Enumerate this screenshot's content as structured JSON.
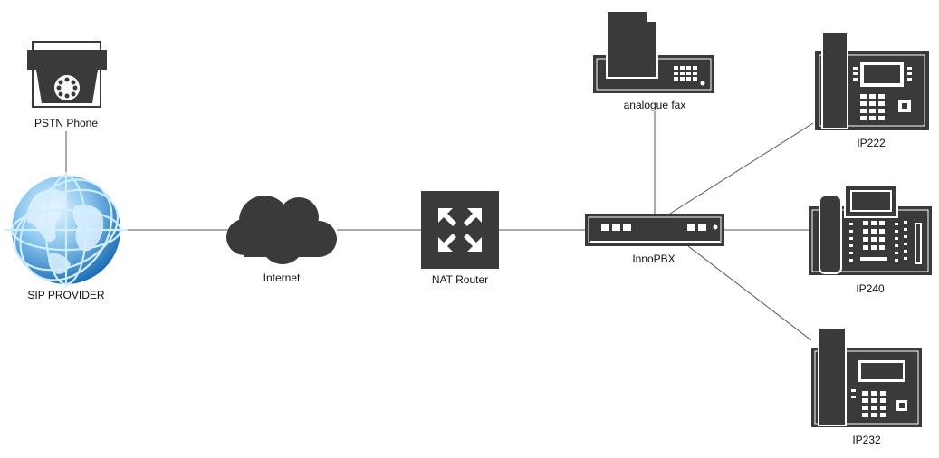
{
  "nodes": {
    "pstn_phone": {
      "label": "PSTN Phone",
      "icon": "rotary-phone-icon"
    },
    "sip_provider": {
      "label": "SIP PROVIDER",
      "icon": "globe-icon"
    },
    "internet": {
      "label": "Internet",
      "icon": "cloud-icon"
    },
    "nat_router": {
      "label": "NAT Router",
      "icon": "router-icon"
    },
    "innopbx": {
      "label": "InnoPBX",
      "icon": "pbx-box-icon"
    },
    "fax": {
      "label": "analogue fax",
      "icon": "fax-machine-icon"
    },
    "ip222": {
      "label": "IP222",
      "icon": "desk-phone-icon"
    },
    "ip240": {
      "label": "IP240",
      "icon": "desk-phone-icon"
    },
    "ip232": {
      "label": "IP232",
      "icon": "desk-phone-icon"
    }
  },
  "edges": [
    [
      "pstn_phone",
      "sip_provider"
    ],
    [
      "sip_provider",
      "internet"
    ],
    [
      "internet",
      "nat_router"
    ],
    [
      "nat_router",
      "innopbx"
    ],
    [
      "innopbx",
      "fax"
    ],
    [
      "innopbx",
      "ip222"
    ],
    [
      "innopbx",
      "ip240"
    ],
    [
      "innopbx",
      "ip232"
    ]
  ],
  "colors": {
    "icon_dark": "#3a3a3a",
    "line": "#555555",
    "globe_light": "#bfe3fb",
    "globe_dark": "#1f78c8"
  }
}
